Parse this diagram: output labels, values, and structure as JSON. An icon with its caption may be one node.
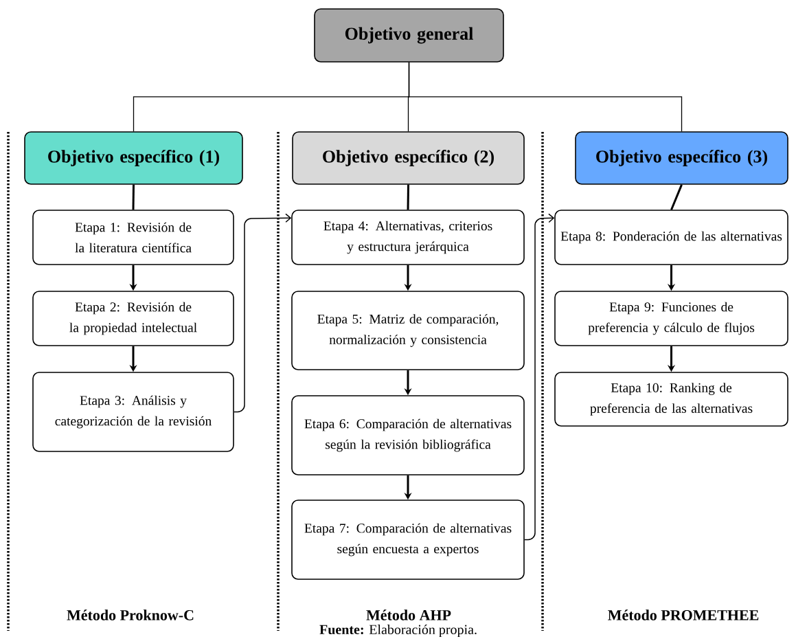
{
  "diagram": {
    "caption": "**Fuente:** Elaboración propia.",
    "nodes": [
      {
        "text": [
          "Objetivo general"
        ]
      },
      {
        "text": [
          "Objetivo específico (1)"
        ]
      },
      {
        "text": [
          "Objetivo específico (2)"
        ]
      },
      {
        "text": [
          "Objetivo específico (3)"
        ]
      },
      {
        "text": [
          "Etapa 1: Revisión de la literatura científica"
        ]
      },
      {
        "text": [
          "Etapa 2: Revisión de la propiedad intelectual"
        ]
      },
      {
        "text": [
          "Etapa 3: Análisis y categorización de la revisión"
        ]
      },
      {
        "text": [
          "Etapa 4: Alternativas, criterios y estructura jerárquica"
        ]
      },
      {
        "text": [
          "Etapa 5: Matriz de comparación, normalización y consistencia"
        ]
      },
      {
        "text": [
          "Etapa 6: Comparación de alternativas según la revisión bibliográfica"
        ]
      },
      {
        "text": [
          "Etapa 7: Comparación de alternativas según encuesta a expertos"
        ]
      },
      {
        "text": [
          "Etapa 8: Ponderación de las alternativas"
        ]
      },
      {
        "text": [
          "Etapa 9: Funciones de preferencia y cálculo de flujos"
        ]
      },
      {
        "text": [
          "Etapa 10: Ranking de preferencia de las alternativas"
        ]
      }
    ],
    "edges": [
      {
        "from": 0,
        "to": 1,
        "arrow": "none"
      },
      {
        "from": 0,
        "to": 2,
        "arrow": "none"
      },
      {
        "from": 0,
        "to": 3,
        "arrow": "none"
      },
      {
        "from": 1,
        "to": 4,
        "arrow": "none"
      },
      {
        "from": 4,
        "to": 5,
        "arrow": "to"
      },
      {
        "from": 5,
        "to": 6,
        "arrow": "to"
      },
      {
        "from": 6,
        "to": 7,
        "arrow": "to"
      },
      {
        "from": 2,
        "to": 7,
        "arrow": "none"
      },
      {
        "from": 7,
        "to": 8,
        "arrow": "to"
      },
      {
        "from": 8,
        "to": 9,
        "arrow": "to"
      },
      {
        "from": 9,
        "to": 10,
        "arrow": "to"
      },
      {
        "from": 10,
        "to": 11,
        "arrow": "to"
      },
      {
        "from": 3,
        "to": 11,
        "arrow": "none"
      },
      {
        "from": 11,
        "to": 12,
        "arrow": "to"
      },
      {
        "from": 12,
        "to": 13,
        "arrow": "to"
      }
    ],
    "labels": [
      "Método Proknow-C",
      "Método AHP",
      "Método PROMETHEE"
    ]
  }
}
